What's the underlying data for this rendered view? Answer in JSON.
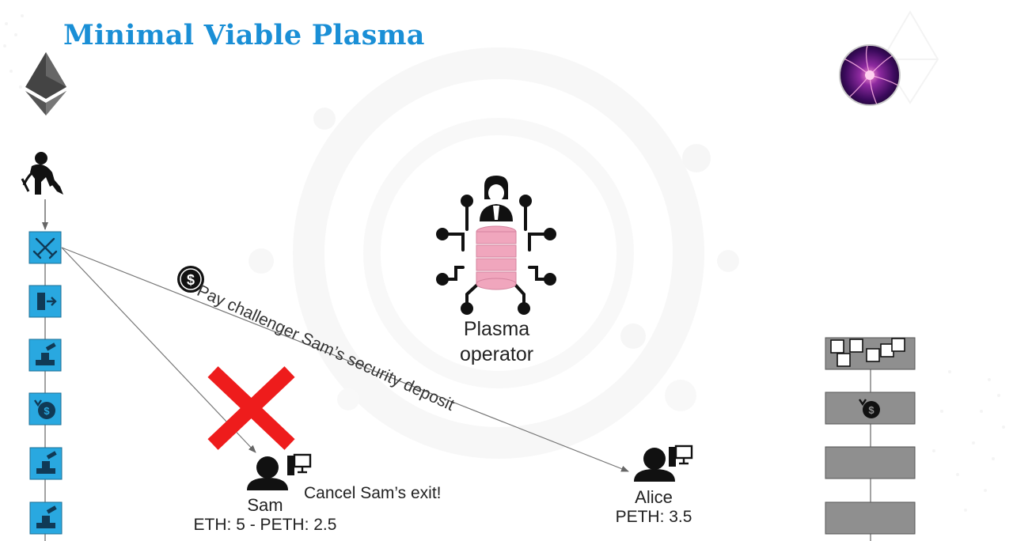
{
  "title": "Minimal Viable Plasma",
  "operator": {
    "line1": "Plasma",
    "line2": "operator"
  },
  "arrow_label": "Pay challenger Sam’s security deposit",
  "cancel_text": "Cancel Sam’s exit!",
  "sam": {
    "name": "Sam",
    "balance": "ETH: 5 - PETH: 2.5"
  },
  "alice": {
    "name": "Alice",
    "balance": "PETH: 3.5"
  },
  "colors": {
    "title": "#1a8fd6",
    "block_blue": "#29a8e0",
    "block_gray": "#8f8f8f",
    "cross": "#ee1c1c",
    "database": "#f0a6bd"
  },
  "icons": {
    "ethereum": "ethereum-logo-icon",
    "miner": "miner-icon",
    "challenge": "crossed-swords-icon",
    "exit": "exit-door-icon",
    "deposit": "coin-deposit-icon",
    "operator": "plasma-operator-icon",
    "plasma_ball": "plasma-ball-icon",
    "cancel": "red-x-icon",
    "user": "user-computer-icon"
  }
}
